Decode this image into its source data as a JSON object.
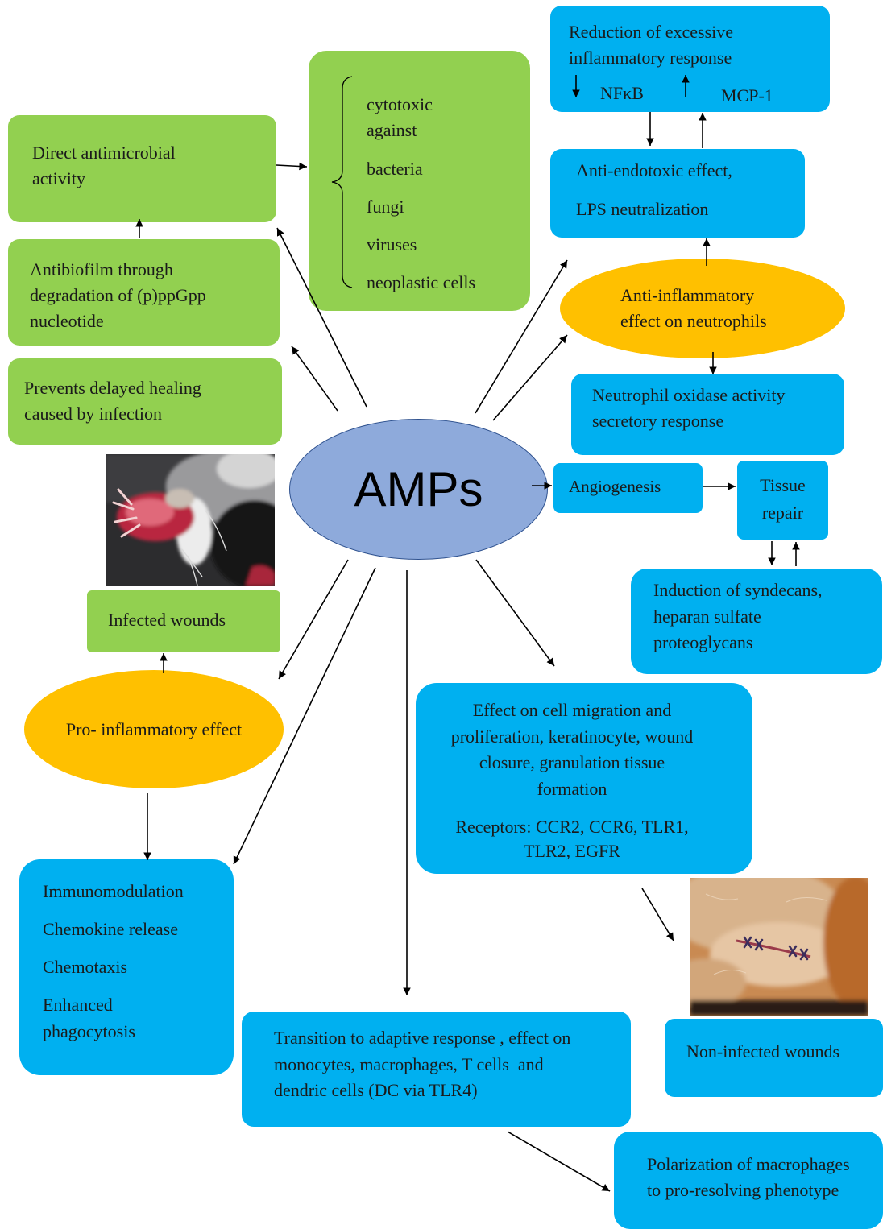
{
  "center": {
    "label": "AMPs"
  },
  "nodes": {
    "direct_antimicrobial": {
      "lines": [
        "Direct antimicrobial",
        "activity"
      ]
    },
    "cytotoxic_targets": {
      "lines": [
        "cytotoxic",
        "against"
      ],
      "items": [
        "bacteria",
        "fungi",
        "viruses",
        "neoplastic cells"
      ]
    },
    "antibiofilm": {
      "lines": [
        "Antibiofilm through",
        "degradation of (p)ppGpp",
        "nucleotide"
      ]
    },
    "prevents_delayed_healing": {
      "lines": [
        "Prevents delayed healing",
        "caused by infection"
      ]
    },
    "infected_wounds": {
      "label": "Infected wounds"
    },
    "pro_inflammatory": {
      "label": "Pro- inflammatory effect"
    },
    "immunomodulation": {
      "lines": [
        "Immunomodulation",
        "Chemokine release",
        "Chemotaxis",
        "Enhanced",
        "phagocytosis"
      ]
    },
    "reduction_inflammatory": {
      "lines": [
        "Reduction of excessive",
        "inflammatory response"
      ],
      "decreased": "NFκB",
      "increased": "MCP-1"
    },
    "anti_endotoxic": {
      "lines": [
        "Anti-endotoxic effect,",
        "LPS neutralization"
      ]
    },
    "anti_inflammatory_neutrophils": {
      "lines": [
        "Anti-inflammatory",
        "effect on neutrophils"
      ]
    },
    "neutrophil_oxidase": {
      "lines": [
        "Neutrophil oxidase activity",
        "secretory response"
      ]
    },
    "angiogenesis": {
      "label": "Angiogenesis"
    },
    "tissue_repair": {
      "lines": [
        "Tissue",
        "repair"
      ]
    },
    "syndecans": {
      "lines": [
        "Induction of syndecans,",
        "heparan sulfate",
        "proteoglycans"
      ]
    },
    "cell_migration": {
      "lines": [
        "Effect on cell migration and",
        "proliferation, keratinocyte, wound",
        "closure, granulation tissue",
        "formation"
      ],
      "receptors": [
        "Receptors: CCR2, CCR6, TLR1,",
        "TLR2, EGFR"
      ]
    },
    "non_infected_wounds": {
      "label": "Non-infected wounds"
    },
    "adaptive_transition": {
      "lines": [
        "Transition to adaptive response , effect on",
        "monocytes, macrophages, T cells  and",
        "dendric cells (DC via TLR4)"
      ]
    },
    "macrophage_polarization": {
      "lines": [
        "Polarization of macrophages",
        "to pro-resolving phenotype"
      ]
    }
  },
  "colors": {
    "green_box": "#92d050",
    "blue_box": "#00b0f0",
    "orange_ellipse": "#ffc000",
    "center_ellipse": "#8eaadb",
    "center_border": "#2f528f",
    "arrows": "#000000"
  }
}
